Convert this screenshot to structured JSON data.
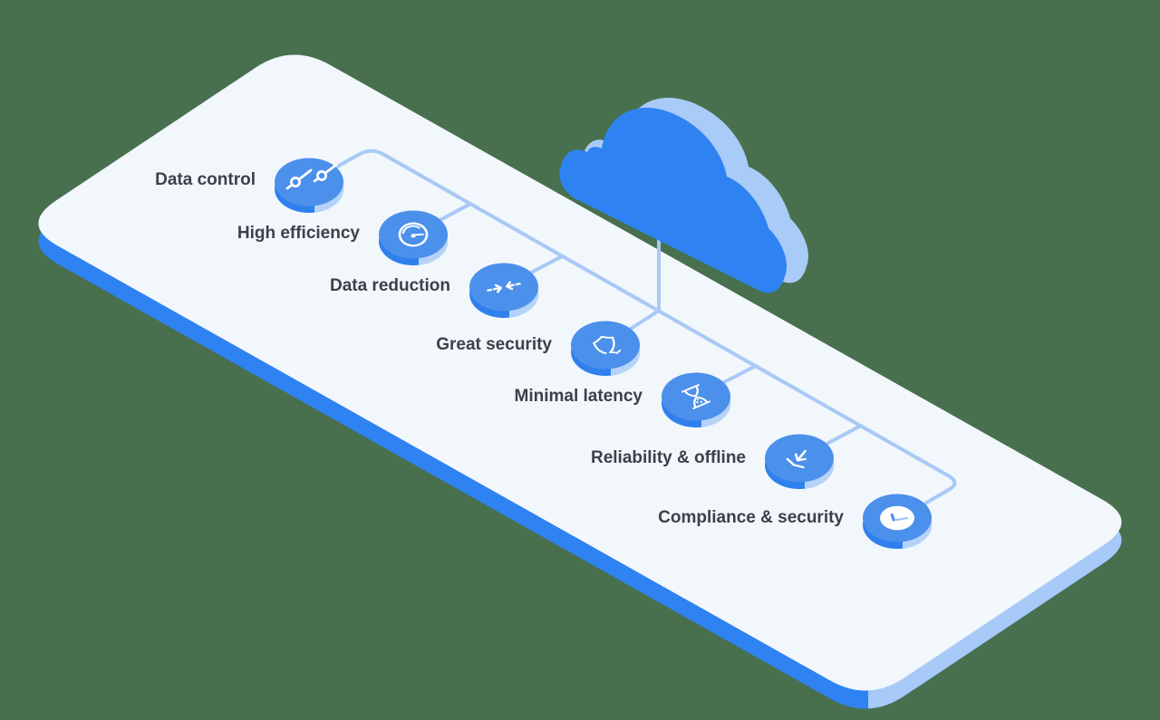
{
  "title": "cloud-platform-features-illustration",
  "colors": {
    "background": "#48704E",
    "platform_top": "#F2F7FC",
    "platform_edge_left": "#2F82F1",
    "platform_edge_right": "#A7C9F7",
    "connector": "#A8C9F6",
    "icon_fill": "#4B90EA",
    "icon_rim_left": "#2F80ED",
    "icon_rim_right": "#B5D3F9",
    "cloud": "#2F82F1",
    "cloud_shadow": "#A9CBF7",
    "label_text": "#3A414B",
    "glyph": "#FFFFFF"
  },
  "cloud": {
    "name": "cloud"
  },
  "features": [
    {
      "label": "Data control",
      "icon": "sliders-icon"
    },
    {
      "label": "High efficiency",
      "icon": "speedometer-icon"
    },
    {
      "label": "Data reduction",
      "icon": "compress-arrows-icon"
    },
    {
      "label": "Great security",
      "icon": "shield-sync-icon"
    },
    {
      "label": "Minimal latency",
      "icon": "hourglass-icon"
    },
    {
      "label": "Reliability & offline",
      "icon": "download-arrow-icon"
    },
    {
      "label": "Compliance & security",
      "icon": "clock-icon"
    }
  ]
}
